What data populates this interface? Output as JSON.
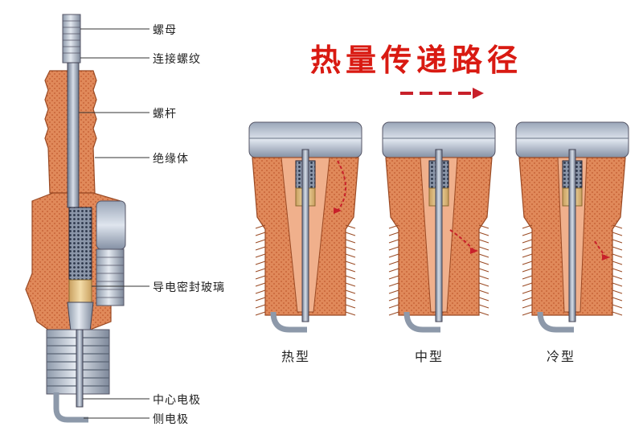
{
  "title": "热量传递路径",
  "part_labels": {
    "nut": "螺母",
    "thread": "连接螺纹",
    "screw": "螺杆",
    "insulator": "绝缘体",
    "glass_seal": "导电密封玻璃",
    "center_electrode": "中心电极",
    "side_electrode": "侧电极"
  },
  "types": {
    "hot": "热型",
    "medium": "中型",
    "cold": "冷型"
  },
  "colors": {
    "title": "#d91a12",
    "insulator": "#e0895a",
    "metal": "#c7cfd9",
    "arrow": "#c8202a",
    "glass": "#e8c98a"
  }
}
